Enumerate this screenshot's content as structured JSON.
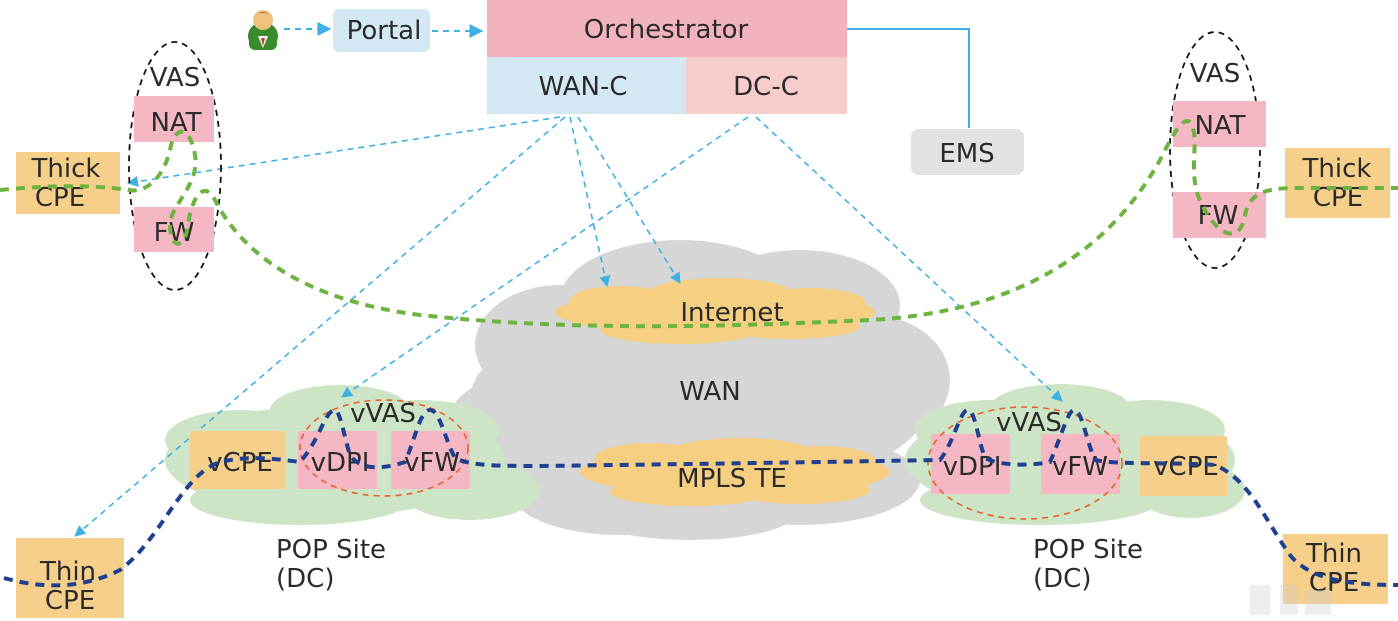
{
  "header": {
    "portal": "Portal",
    "orchestrator": "Orchestrator",
    "wan_c": "WAN-C",
    "dc_c": "DC-C",
    "ems": "EMS"
  },
  "left_branch": {
    "group_label": "VAS",
    "nat": "NAT",
    "fw": "FW",
    "cpe_line1": "Thick",
    "cpe_line2": "CPE"
  },
  "right_branch": {
    "group_label": "VAS",
    "nat": "NAT",
    "fw": "FW",
    "cpe_line1": "Thick",
    "cpe_line2": "CPE"
  },
  "network": {
    "internet": "Internet",
    "wan": "WAN",
    "mpls": "MPLS TE"
  },
  "pop_left": {
    "vvas": "vVAS",
    "vcpe": "vCPE",
    "vdpi": "vDPI",
    "vfw": "vFW",
    "site_line1": "POP Site",
    "site_line2": "(DC)"
  },
  "pop_right": {
    "vvas": "vVAS",
    "vcpe": "vCPE",
    "vdpi": "vDPI",
    "vfw": "vFW",
    "site_line1": "POP Site",
    "site_line2": "(DC)"
  },
  "thin_left": {
    "line1": "Thin",
    "line2": "CPE"
  },
  "thin_right": {
    "line1": "Thin",
    "line2": "CPE"
  },
  "colors": {
    "orchestrator": "#f2b3bf",
    "wan_c": "#d4e8f3",
    "dc_c": "#f7cccc",
    "cpe": "#f6d08a",
    "vas_box": "#f4b7c3",
    "ems": "#e2e2e2",
    "portal": "#d4e8f3",
    "cloud_gray": "#d6d6d6",
    "cloud_green": "#cde5c6",
    "cloud_orange": "#f6cf82",
    "control_arrow": "#3fb0e4",
    "green_path": "#6db33f",
    "blue_path": "#1f3f8f",
    "orange_ellipse": "#e8622a"
  }
}
